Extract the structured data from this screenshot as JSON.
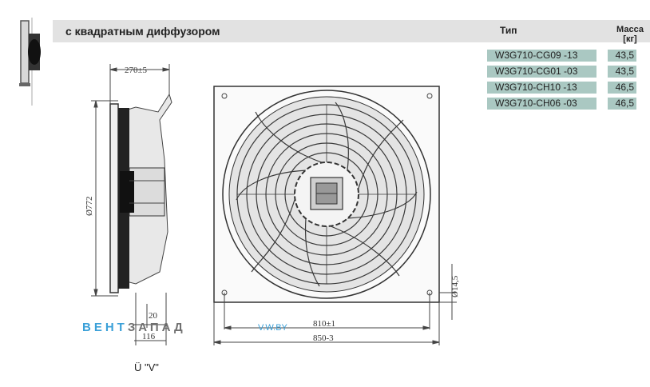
{
  "header": {
    "title": "с квадратным диффузором",
    "col_type": "Тип",
    "col_mass": "Масса [кг]"
  },
  "models": [
    {
      "type": "W3G710-CG09 -13",
      "mass": "43,5"
    },
    {
      "type": "W3G710-CG01 -03",
      "mass": "43,5"
    },
    {
      "type": "W3G710-CH10 -13",
      "mass": "46,5"
    },
    {
      "type": "W3G710-CH06 -03",
      "mass": "46,5"
    }
  ],
  "dimensions": {
    "depth": "270±5",
    "diameter": "Ø772",
    "offset_small": "20",
    "offset_depth": "116",
    "hole_pitch": "810±1",
    "overall_width": "850-3",
    "hole": "Ø14,5"
  },
  "watermark": {
    "part1": "ВЕНТ",
    "part2": "ЗАПАД",
    "url": "V.W.BY"
  },
  "caption": "Ü \"V\""
}
